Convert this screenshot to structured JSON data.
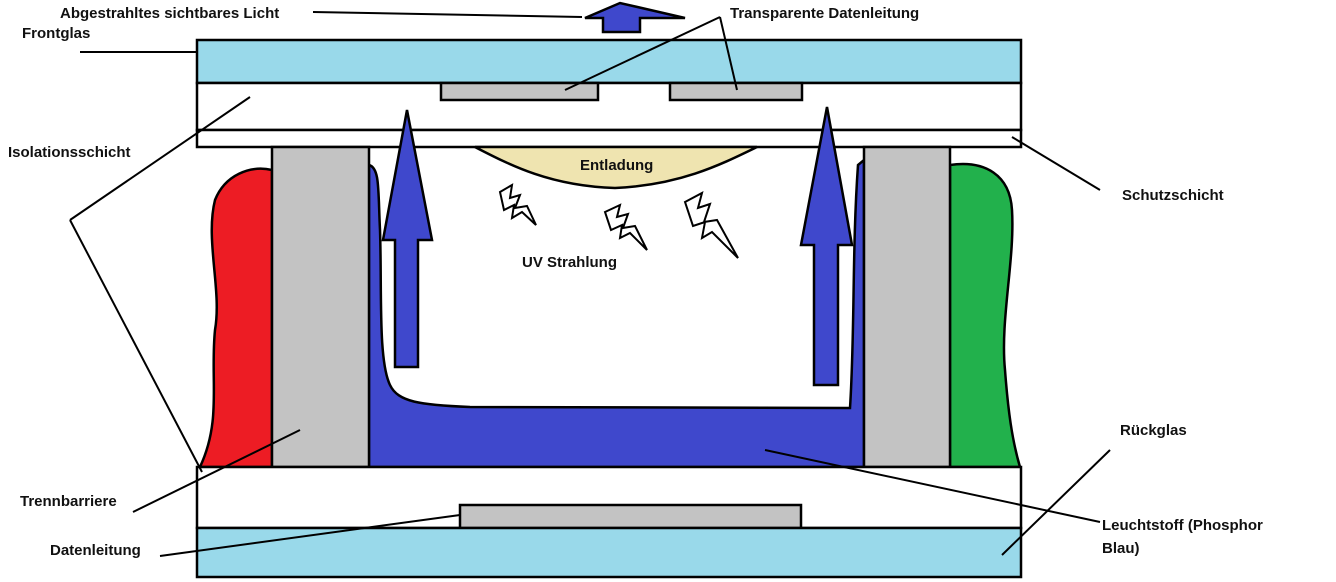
{
  "title": "Plasmabildschirm Querschnitt",
  "labels": {
    "emitted_light": "Abgestrahltes sichtbares Licht",
    "transparent_data_line": "Transparente Datenleitung",
    "front_glass": "Frontglas",
    "insulation_layer": "Isolationsschicht",
    "protective_layer": "Schutzschicht",
    "discharge": "Entladung",
    "uv_radiation": "UV Strahlung",
    "back_glass": "Rückglas",
    "separation_barrier": "Trennbarriere",
    "phosphor_line1": "Leuchtstoff (Phosphor",
    "phosphor_line2": "Blau)",
    "data_line": "Datenleitung"
  },
  "colors": {
    "glass": "#99D9EA",
    "electrode": "#C3C3C3",
    "phosphor_red": "#ED1C24",
    "phosphor_green": "#22B14C",
    "phosphor_blue": "#3F48CC",
    "discharge": "#EFE4B0"
  }
}
